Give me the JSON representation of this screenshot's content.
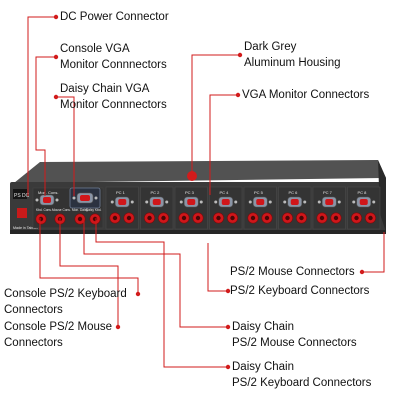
{
  "callouts": {
    "dc_power": "DC Power Connector",
    "console_vga": [
      "Console VGA",
      "Monitor Connnectors"
    ],
    "daisy_vga": [
      "Daisy Chain VGA",
      "Monitor Connnectors"
    ],
    "housing": [
      "Dark Grey",
      "Aluminum Housing"
    ],
    "vga_monitor": "VGA Monitor Connectors",
    "ps2_mouse": "PS/2 Mouse Connectors",
    "ps2_keyboard": "PS/2 Keyboard Connectors",
    "console_kbd": [
      "Console PS/2 Keyboard",
      "Connectors"
    ],
    "console_mouse": [
      "Console PS/2 Mouse",
      "Connectors"
    ],
    "daisy_mouse": [
      "Daisy Chain",
      "PS/2 Mouse Connectors"
    ],
    "daisy_kbd": [
      "Daisy Chain",
      "PS/2 Keyboard Connectors"
    ]
  },
  "panel": {
    "port_count": 8,
    "dc_label": "PS DC",
    "made_in": "Made in Taiwan",
    "console_label": "Mon. Cons.",
    "console_sub_labels": [
      "Kbd. Cons.",
      "Mouse Cons.",
      "Mon. Daisy",
      "Daisy Kbd."
    ],
    "port_labels": [
      "PC 1",
      "PC 2",
      "PC 3",
      "PC 4",
      "PC 5",
      "PC 6",
      "PC 7",
      "PC 8"
    ]
  },
  "colors": {
    "housing": "#3a3a3a",
    "housing_top": "#545454",
    "port_red": "#d0161a",
    "port_dark": "#1a1a1a",
    "leader_red": "#d21b1b",
    "vga_blue": "#8a95a6"
  }
}
